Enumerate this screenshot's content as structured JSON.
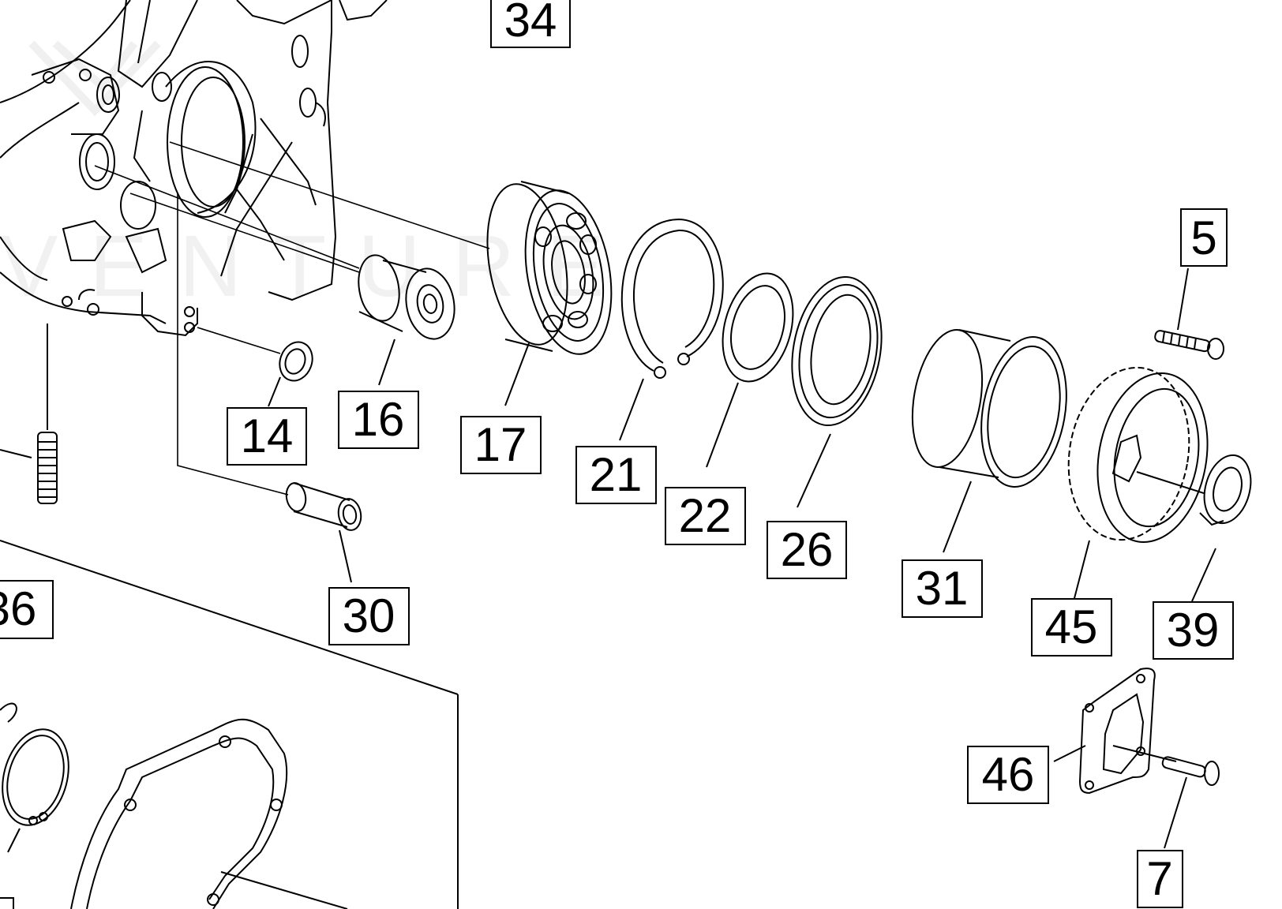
{
  "diagram": {
    "parts": [
      {
        "id": "p34",
        "label": "34"
      },
      {
        "id": "p5",
        "label": "5"
      },
      {
        "id": "p14",
        "label": "14"
      },
      {
        "id": "p16",
        "label": "16"
      },
      {
        "id": "p17",
        "label": "17"
      },
      {
        "id": "p21",
        "label": "21"
      },
      {
        "id": "p22",
        "label": "22"
      },
      {
        "id": "p26",
        "label": "26"
      },
      {
        "id": "p30",
        "label": "30"
      },
      {
        "id": "p31",
        "label": "31"
      },
      {
        "id": "p45",
        "label": "45"
      },
      {
        "id": "p39",
        "label": "39"
      },
      {
        "id": "p36",
        "label": "36"
      },
      {
        "id": "p46",
        "label": "46"
      },
      {
        "id": "p7",
        "label": "7"
      }
    ],
    "watermark": "VENTURE"
  }
}
